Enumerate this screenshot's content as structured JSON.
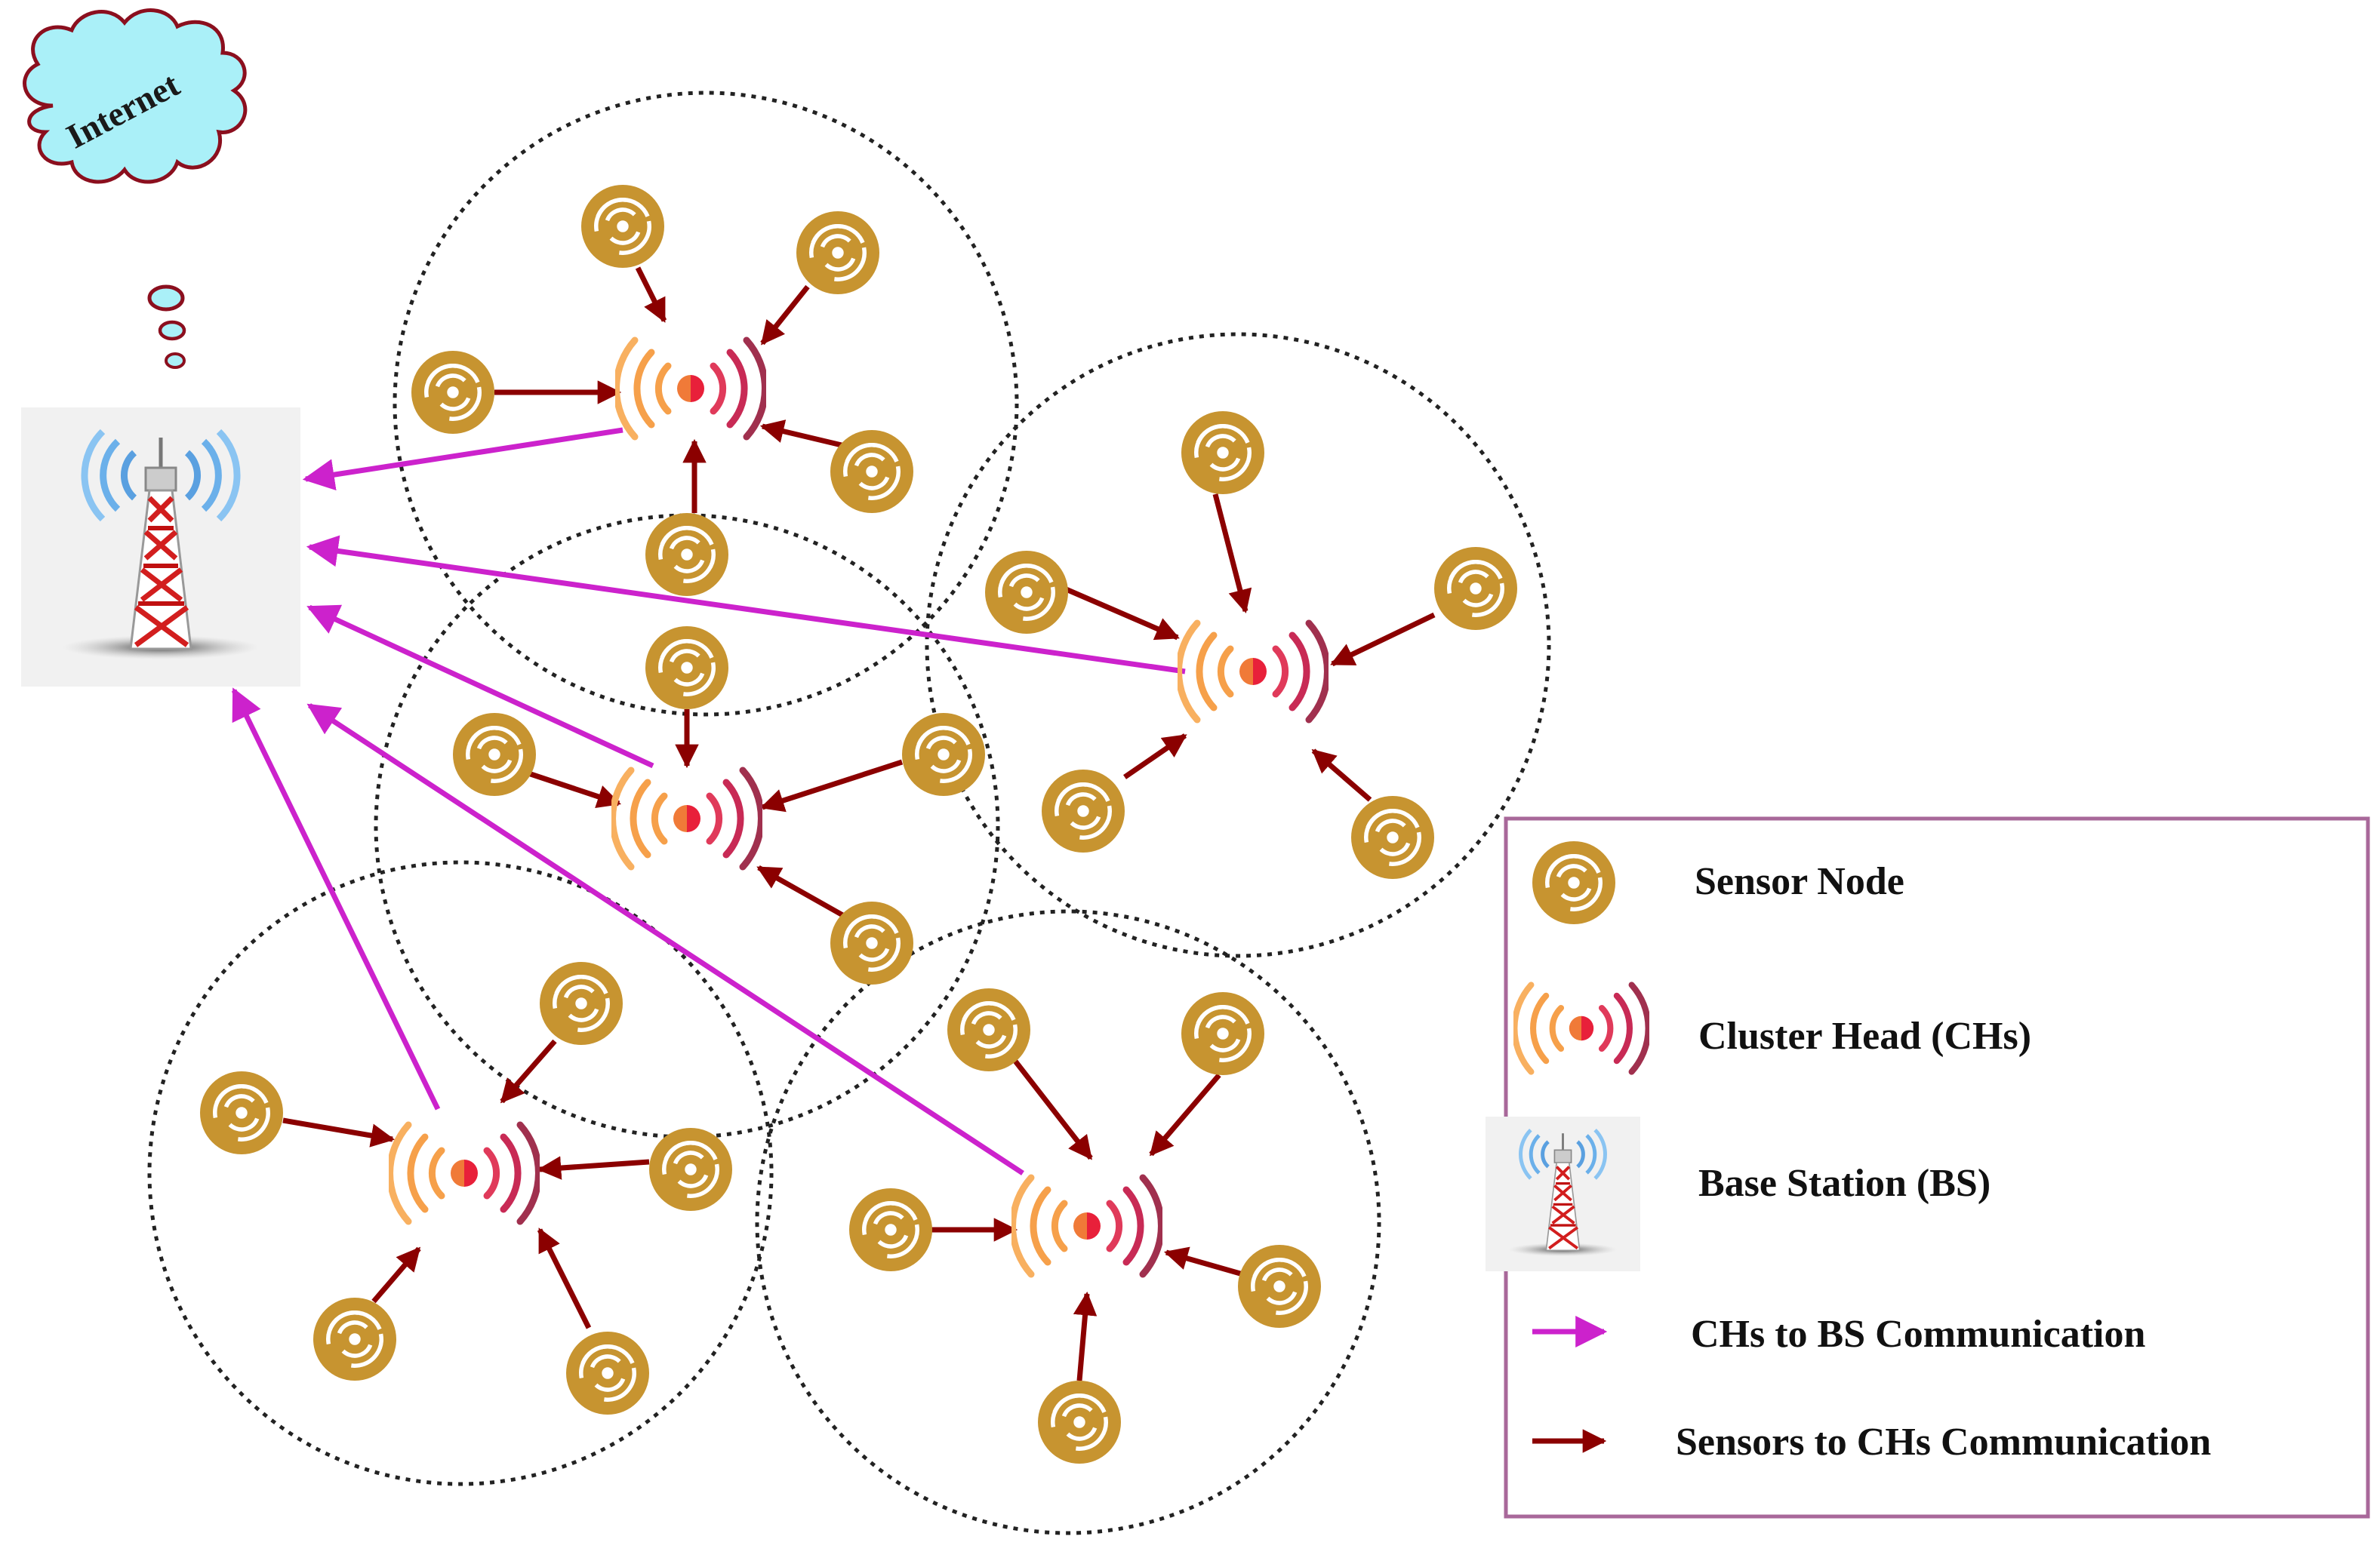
{
  "internet_label": "Internet",
  "legend": {
    "items": [
      {
        "icon": "sensor-node-icon",
        "label": "Sensor Node"
      },
      {
        "icon": "cluster-head-icon",
        "label": "Cluster Head (CHs)"
      },
      {
        "icon": "base-station-icon",
        "label": "Base Station (BS)"
      },
      {
        "icon": "magenta-arrow-icon",
        "label": "CHs to BS Communication"
      },
      {
        "icon": "darkred-arrow-icon",
        "label": "Sensors to CHs Communication"
      }
    ]
  },
  "colors": {
    "sensor_node": "#c79430",
    "sensor_to_ch_arrow": "#8b0000",
    "ch_to_bs_arrow": "#cc22cc",
    "cloud_fill": "#aaf0f8",
    "cloud_stroke": "#8b0f1e",
    "legend_border": "#a8689a",
    "cluster_circle": "#222222"
  }
}
